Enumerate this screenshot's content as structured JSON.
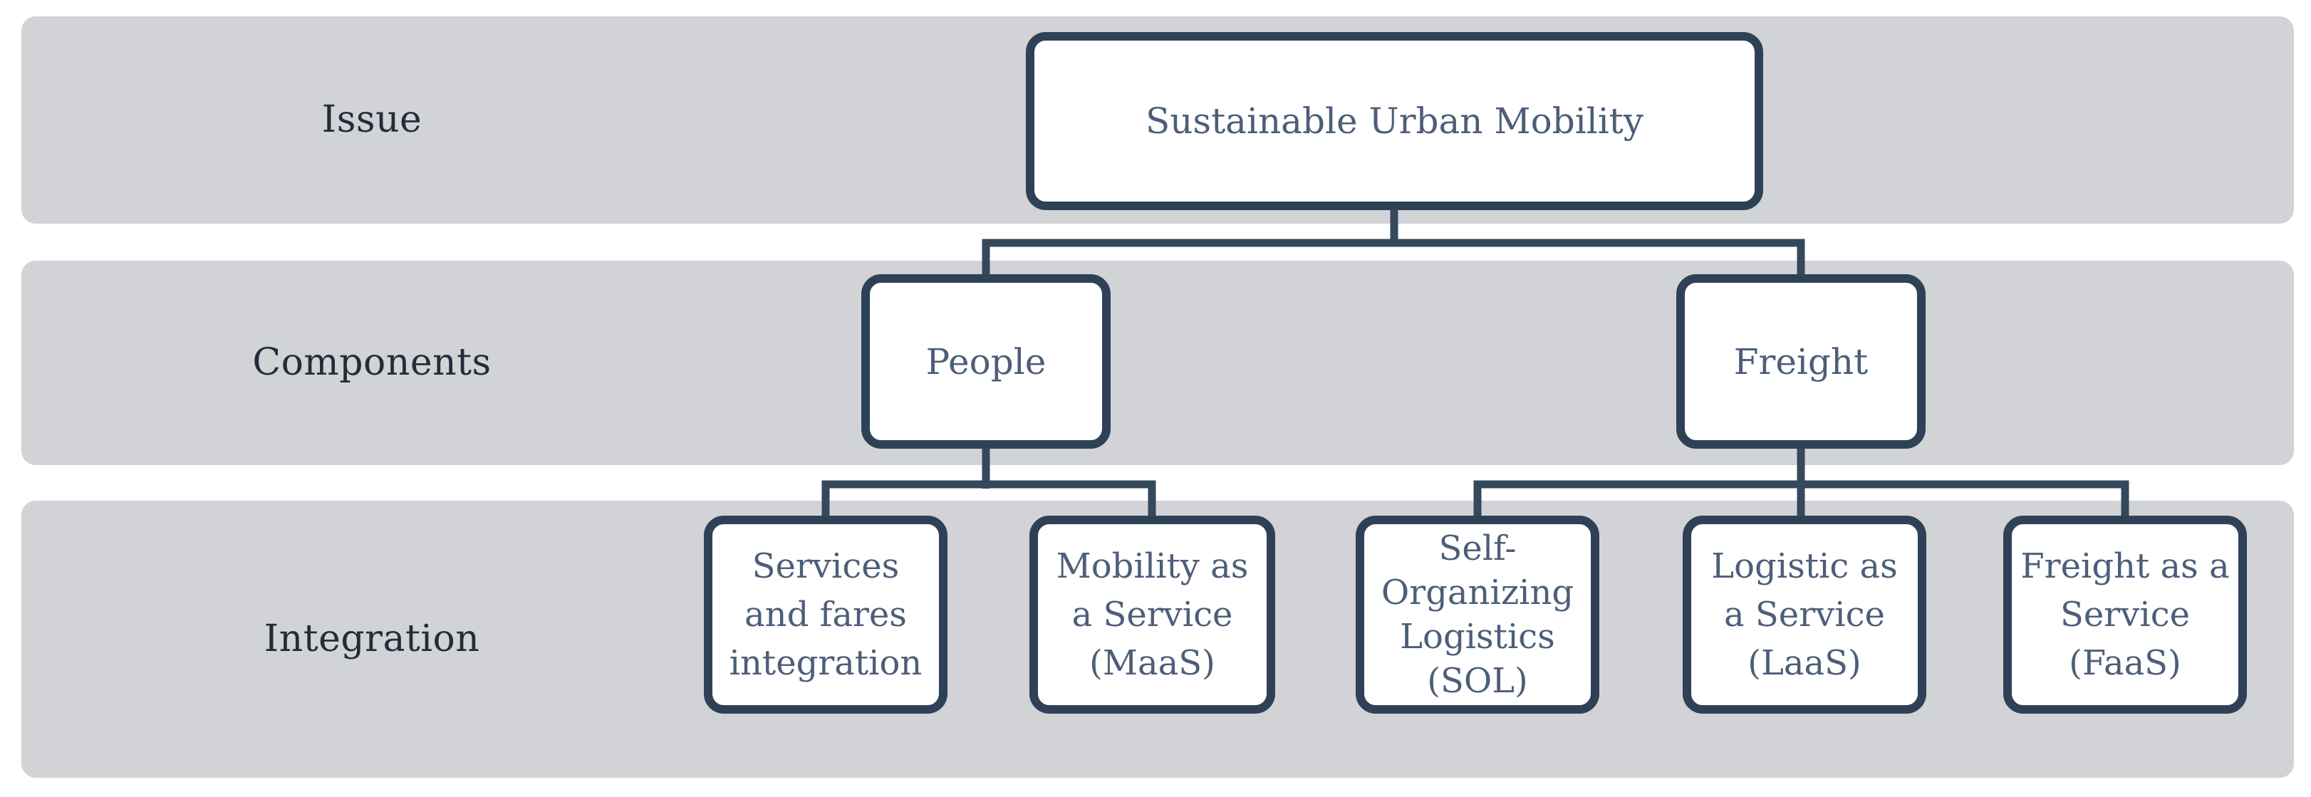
{
  "figure": {
    "rows": [
      {
        "label": "Issue",
        "nodes": [
          {
            "id": "root",
            "label": "Sustainable Urban Mobility",
            "parent": null
          }
        ]
      },
      {
        "label": "Components",
        "nodes": [
          {
            "id": "people",
            "label": "People",
            "parent": "root"
          },
          {
            "id": "freight",
            "label": "Freight",
            "parent": "root"
          }
        ]
      },
      {
        "label": "Integration",
        "nodes": [
          {
            "id": "services-fares",
            "label": "Services\nand fares\nintegration",
            "parent": "people"
          },
          {
            "id": "maas",
            "label": "Mobility as\na Service\n(MaaS)",
            "parent": "people"
          },
          {
            "id": "sol",
            "label": "Self-\nOrganizing\nLogistics\n(SOL)",
            "parent": "freight"
          },
          {
            "id": "laas",
            "label": "Logistic as\na Service\n(LaaS)",
            "parent": "freight"
          },
          {
            "id": "faas",
            "label": "Freight as a\nService\n(FaaS)",
            "parent": "freight"
          }
        ]
      }
    ],
    "colors": {
      "page_background": "#ffffff",
      "band_background": "#d1d3d6",
      "node_background": "#ffffff",
      "node_border": "#2f4156",
      "connector_line": "#35485c",
      "node_text": "#4d5e79",
      "row_label_text": "#232d3a"
    }
  }
}
